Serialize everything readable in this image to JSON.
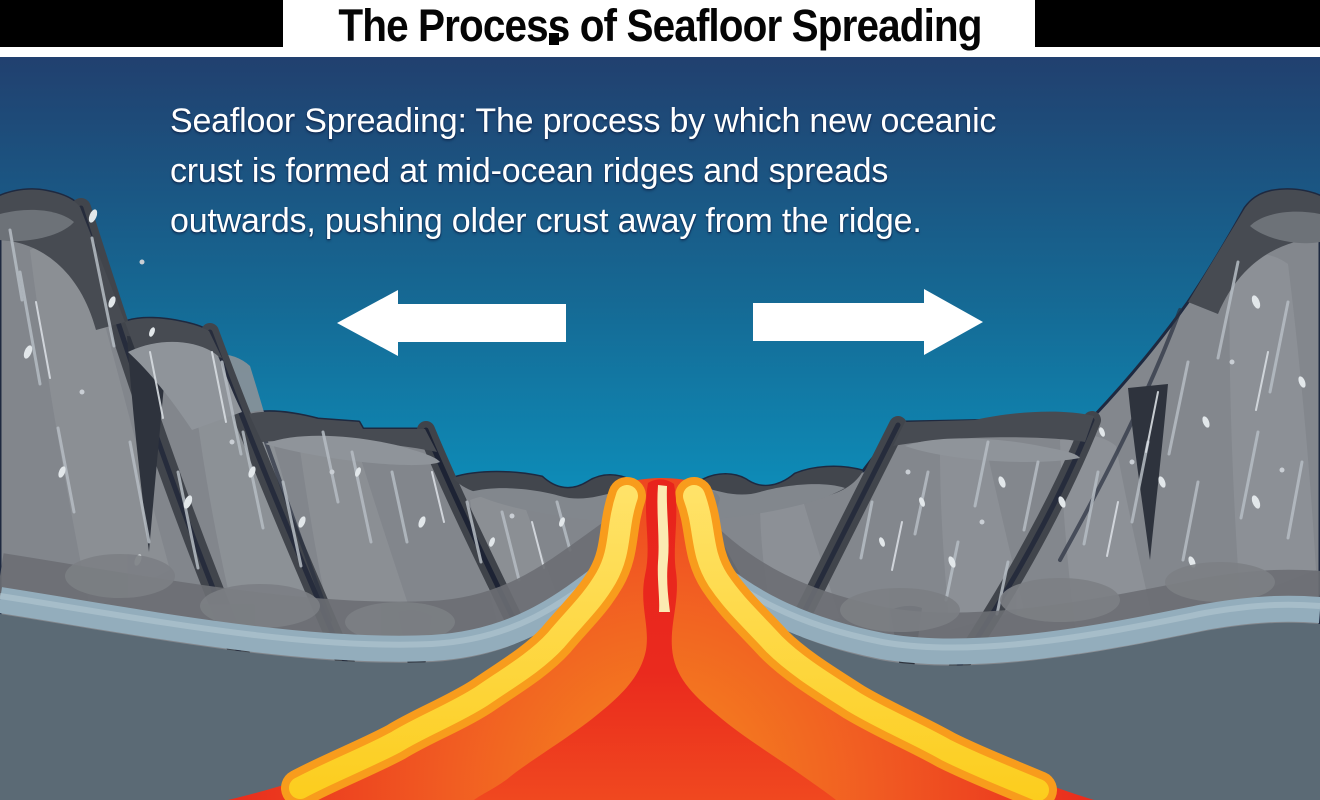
{
  "title_bar": {
    "title": "The Process of Seafloor Spreading"
  },
  "description": {
    "lines": [
      "Seafloor Spreading: The process by which new oceanic",
      "crust is formed at mid-ocean ridges and spreads",
      "outwards, pushing older crust away from the ridge."
    ]
  },
  "icons": {
    "left_arrow": "left-arrow-icon",
    "right_arrow": "right-arrow-icon"
  },
  "colors": {
    "sky_top": "#21406f",
    "sky_bottom": "#0c96c3",
    "rock": "#82868c",
    "rock_dark_top": "#474b52",
    "rock_edge": "#3f434a",
    "rock_light_slab": "#8e9298",
    "rock_streak": "#b6bdc4",
    "seafloor_band": "#93adbc",
    "seafloor_deep": "#5b6a75",
    "lava_red": "#e8241c",
    "lava_orange": "#f89c1c",
    "lava_yellow": "#ffd83e",
    "lava_cream": "#fbeab2",
    "arrow_white": "#ffffff",
    "title_text": "#050505",
    "title_bar_black": "#000000",
    "title_bg": "#ffffff"
  }
}
